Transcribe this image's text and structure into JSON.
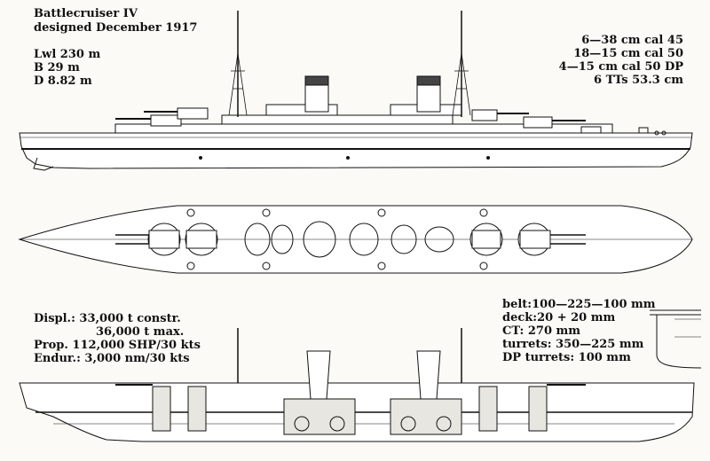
{
  "title": {
    "line1": "Battlecruiser IV",
    "line2": "designed December 1917"
  },
  "dimensions": [
    "Lwl 230 m",
    "B 29 m",
    "D 8.82 m"
  ],
  "armament": [
    "6—38 cm cal 45",
    "18—15 cm cal 50",
    "4—15 cm cal 50 DP",
    "6 TTs 53.3 cm"
  ],
  "performance": [
    "Displ.: 33,000 t constr.",
    "36,000 t max.",
    "Prop. 112,000 SHP/30 kts",
    "Endur.: 3,000 nm/30 kts"
  ],
  "protection": [
    "belt:100—225—100 mm",
    "deck:20 + 20 mm",
    "CT: 270 mm",
    "turrets: 350—225 mm",
    "DP turrets: 100 mm"
  ],
  "colors": {
    "ink": "#111111",
    "paper": "#fbfaf6",
    "hull_fill": "#ffffff",
    "section_fill": "#e8e6e0"
  }
}
